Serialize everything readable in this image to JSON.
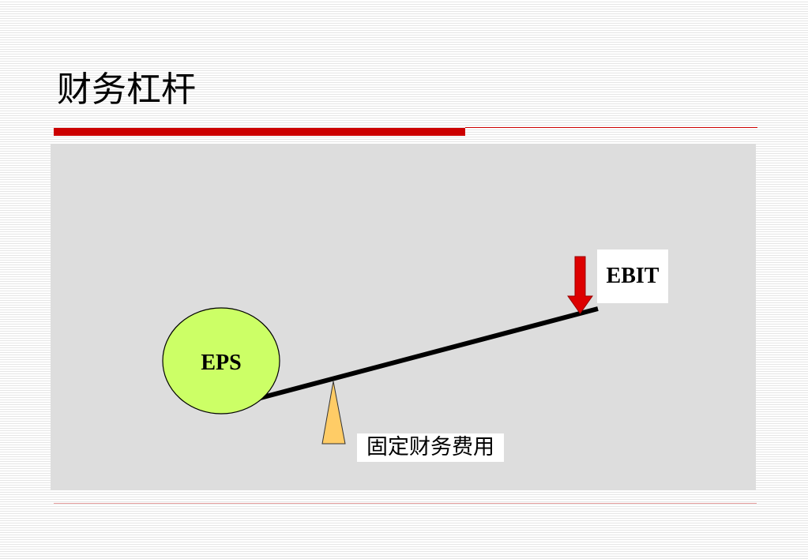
{
  "slide": {
    "title": "财务杠杆"
  },
  "diagram": {
    "ebit_label": "EBIT",
    "eps_label": "EPS",
    "fulcrum_label": "固定财务费用"
  },
  "colors": {
    "title_bar": "#cc0000",
    "title_bar_thin": "#cc0000",
    "footer_line": "#e8a0a0",
    "panel": "#dddddd",
    "circle_fill": "#ccff66",
    "circle_stroke": "#000000",
    "lever": "#000000",
    "arrow_fill": "#dd0000",
    "arrow_stroke": "#990000",
    "fulcrum_fill": "#ffcc66",
    "fulcrum_stroke": "#333333"
  },
  "icons": {
    "arrow": "down-arrow-icon",
    "fulcrum": "fulcrum-triangle-icon"
  }
}
